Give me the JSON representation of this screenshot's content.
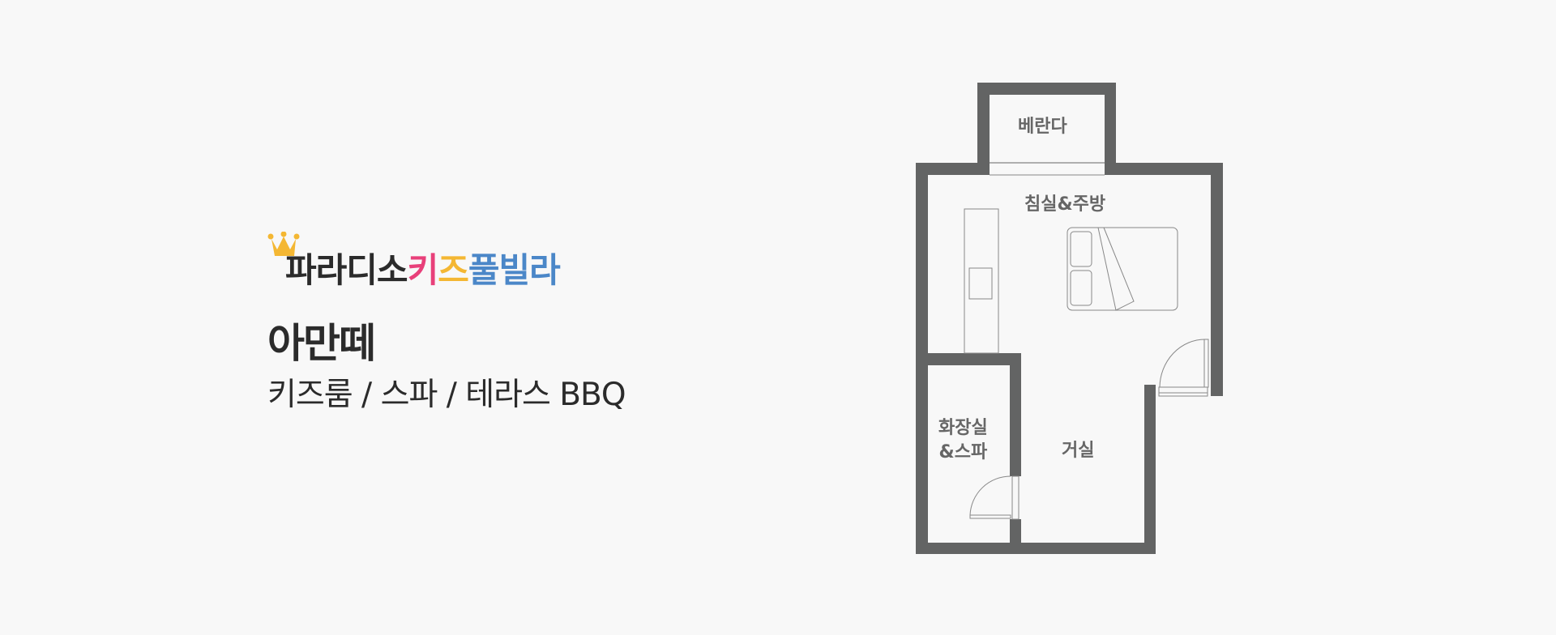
{
  "brand": {
    "logo_parts": [
      {
        "text": "파라디소",
        "color": "#2b2b2b"
      },
      {
        "text": "키",
        "color": "#e8407a"
      },
      {
        "text": "즈",
        "color": "#f4b733"
      },
      {
        "text": "풀빌라",
        "color": "#4b87c8"
      }
    ],
    "crown_color": "#f4b733"
  },
  "room": {
    "title": "아만떼",
    "features": "키즈룸 / 스파 / 테라스 BBQ"
  },
  "floor_plan": {
    "wall_color": "#636464",
    "rooms": [
      {
        "label": "베란다"
      },
      {
        "label": "침실&주방"
      },
      {
        "label": "화장실\n&스파",
        "line1": "화장실",
        "line2": "&스파"
      },
      {
        "label": "거실"
      }
    ]
  }
}
